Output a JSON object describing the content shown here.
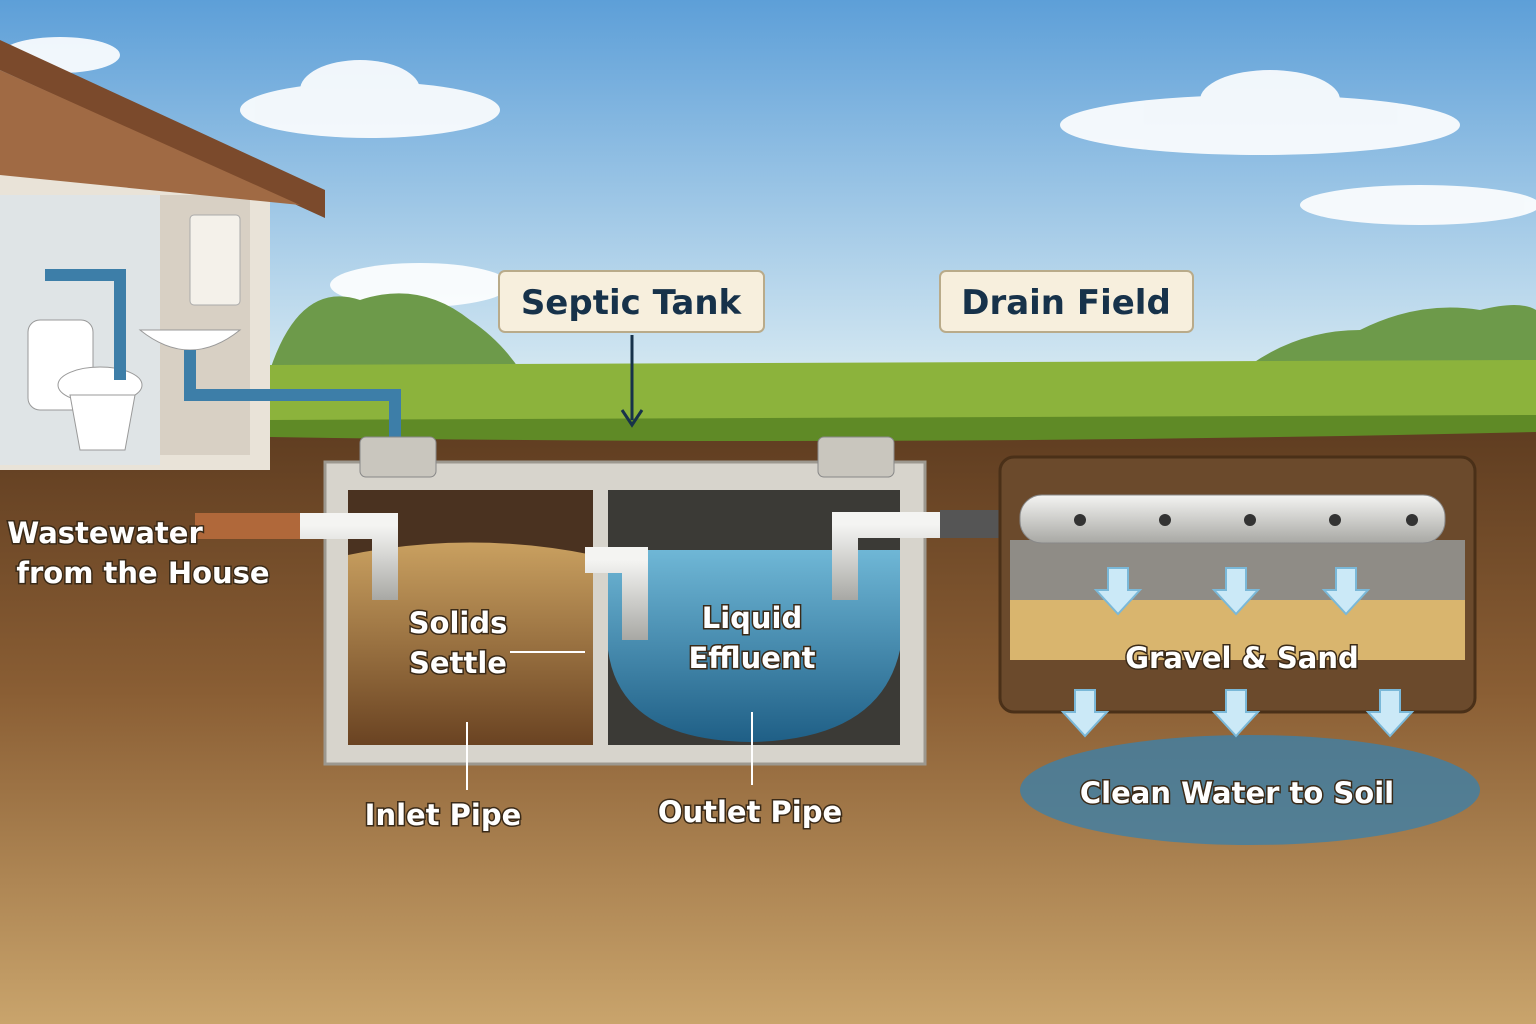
{
  "title_labels": {
    "septic_tank": "Septic Tank",
    "drain_field": "Drain Field"
  },
  "labels": {
    "wastewater_line1": "Wastewater",
    "wastewater_line2": "from the House",
    "solids_line1": "Solids",
    "solids_line2": "Settle",
    "liquid_line1": "Liquid",
    "liquid_line2": "Effluent",
    "inlet_pipe": "Inlet Pipe",
    "outlet_pipe": "Outlet Pipe",
    "gravel_sand": "Gravel & Sand",
    "clean_water": "Clean Water to Soil"
  },
  "colors": {
    "sky_top": "#5d9fd8",
    "sky_bottom": "#cfe5f2",
    "grass": "#8cb33c",
    "soil": "#7a5230",
    "water": "#3f8fb8",
    "sludge": "#9a6a35",
    "label_box": "#f7efdd"
  }
}
